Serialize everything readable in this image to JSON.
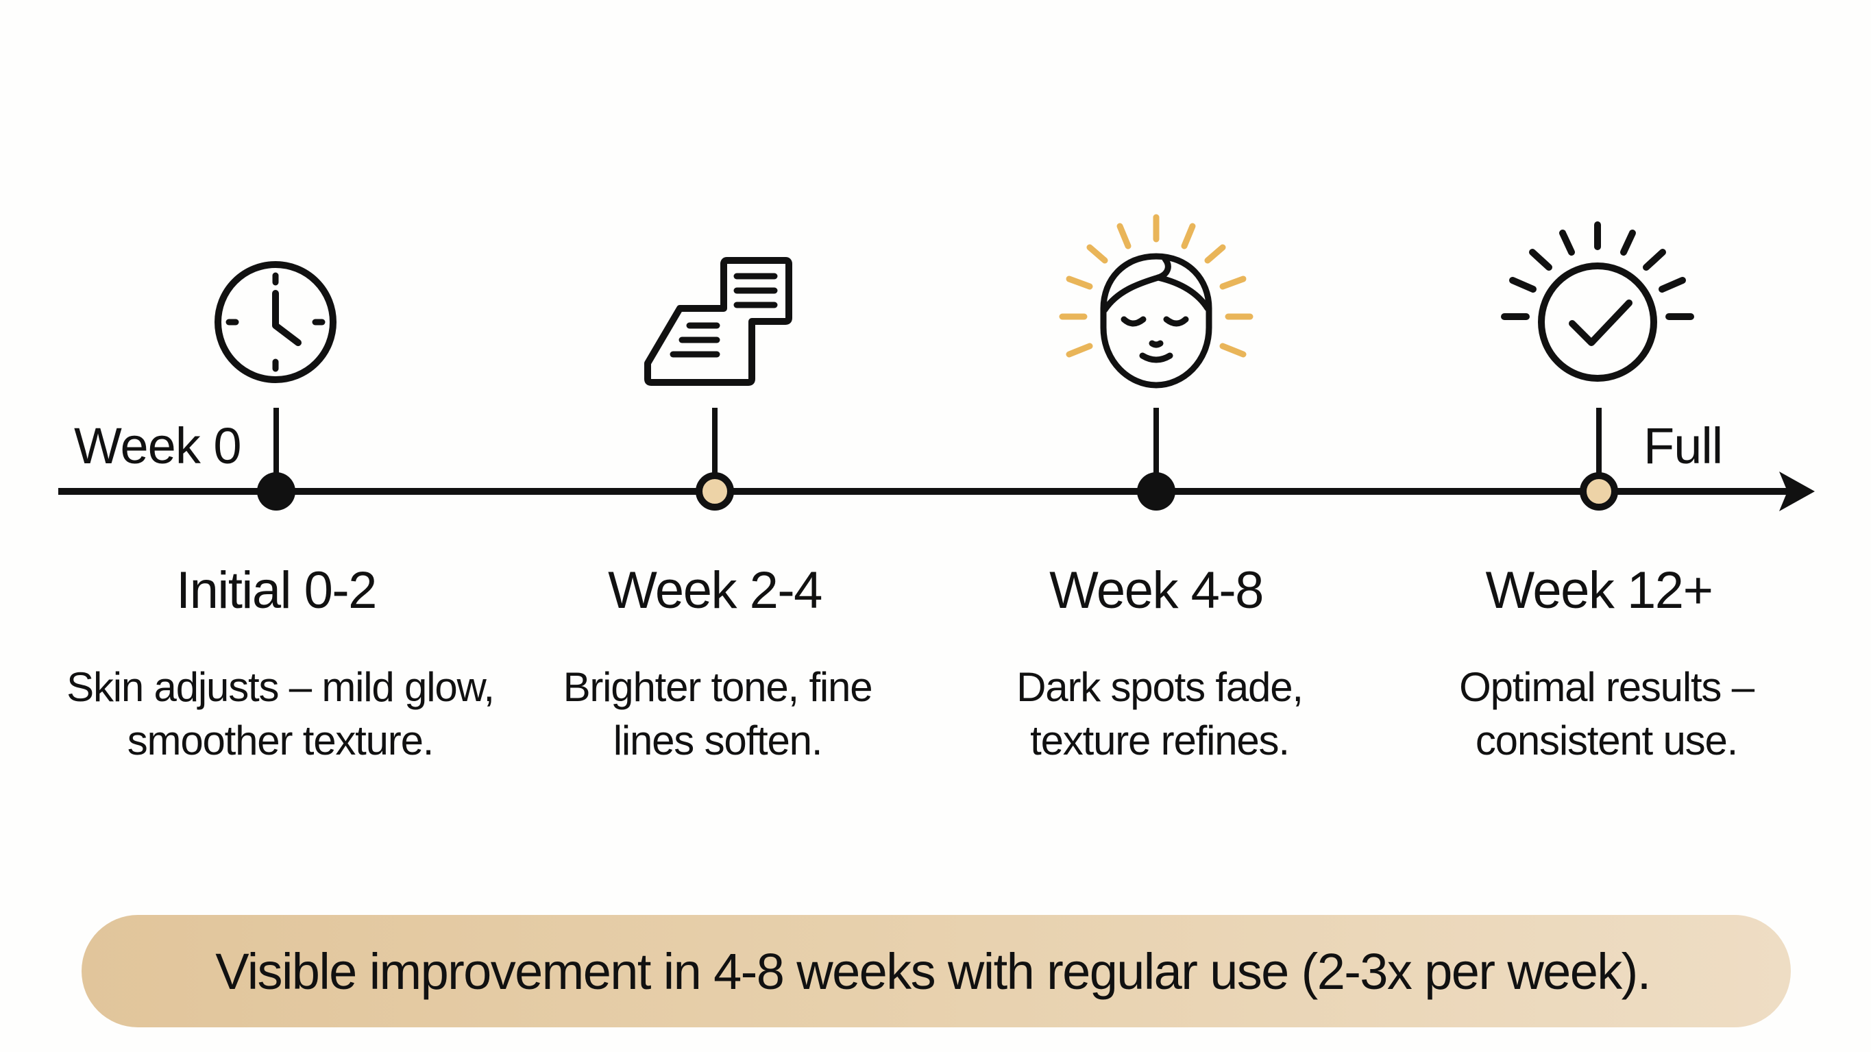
{
  "timeline": {
    "start_label": "Week 0",
    "end_label": "Full",
    "axis_color": "#111111",
    "marker_fill_dark": "#111111",
    "marker_fill_light": "#EDD3A7",
    "accent_color": "#E9B559",
    "stages": [
      {
        "icon": "clock-icon",
        "title": "Initial 0-2",
        "description_lines": [
          "Skin adjusts – mild glow,",
          "smoother texture."
        ],
        "marker": "dark"
      },
      {
        "icon": "documents-icon",
        "title": "Week 2-4",
        "description_lines": [
          "Brighter tone, fine",
          "lines soften."
        ],
        "marker": "light"
      },
      {
        "icon": "glowing-face-icon",
        "title": "Week 4-8",
        "description_lines": [
          "Dark spots fade,",
          "texture refines."
        ],
        "marker": "dark"
      },
      {
        "icon": "radiant-checkmark-icon",
        "title": "Week 12+",
        "description_lines": [
          "Optimal results –",
          "consistent use."
        ],
        "marker": "light"
      }
    ]
  },
  "banner": {
    "text": "Visible improvement in 4-8 weeks with regular use (2-3x per week).",
    "color_start": "#E1C59B",
    "color_end": "#EEDDC4"
  }
}
